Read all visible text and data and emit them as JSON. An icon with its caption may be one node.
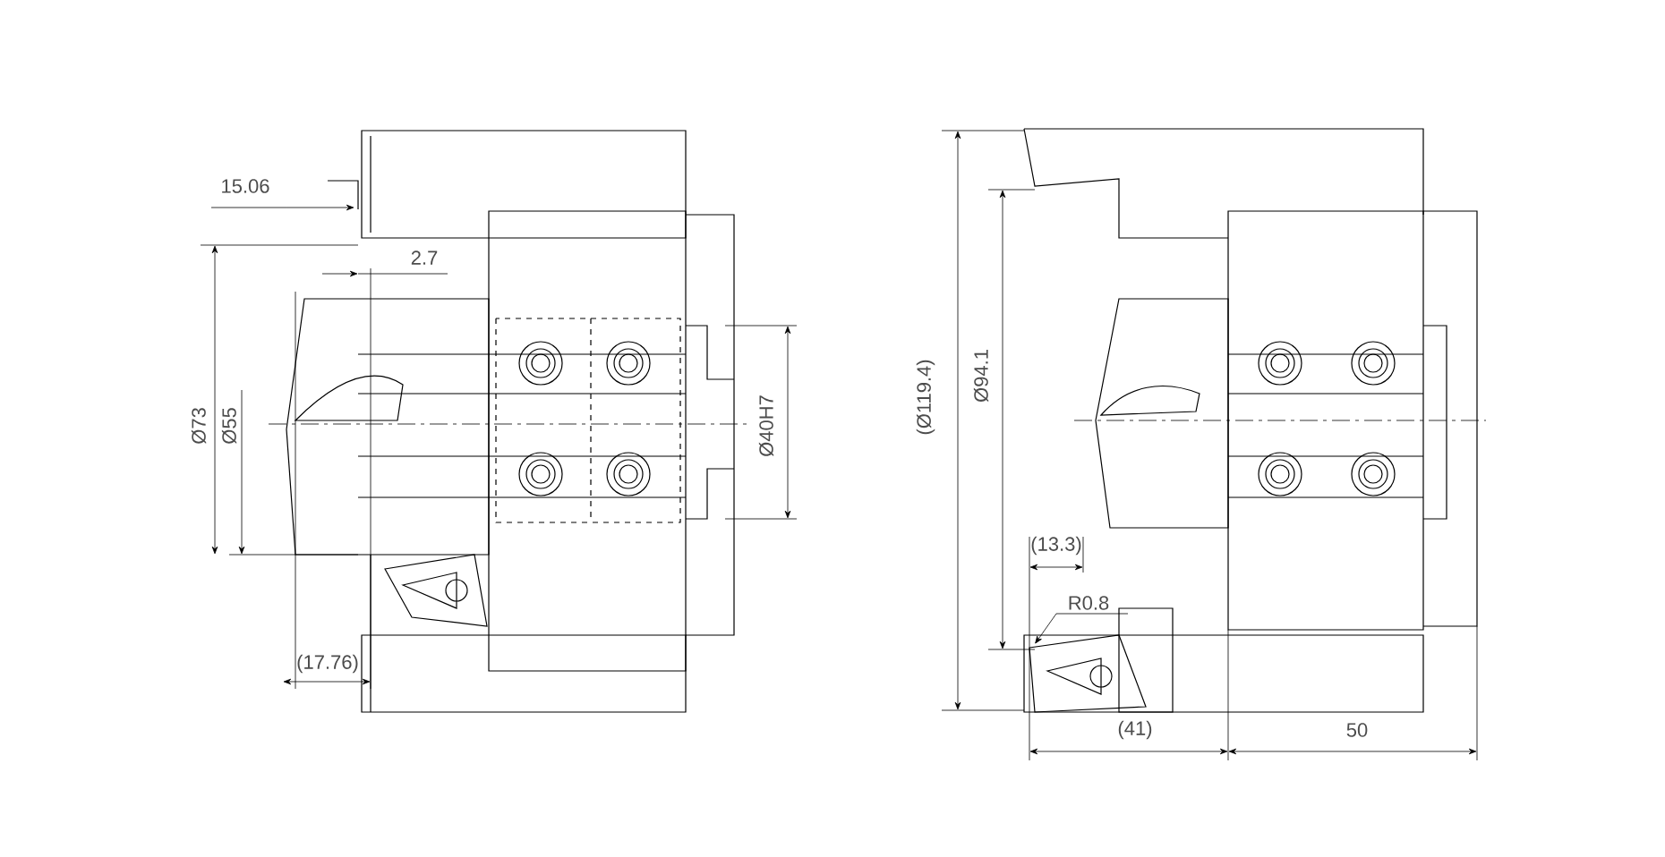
{
  "diagram": {
    "labels": [
      "15.06",
      "2.7",
      "Ø73",
      "Ø55",
      "Ø40H7",
      "(17.76)",
      "(Ø119.4)",
      "Ø94.1",
      "(13.3)",
      "R0.8",
      "(41)",
      "50"
    ]
  }
}
